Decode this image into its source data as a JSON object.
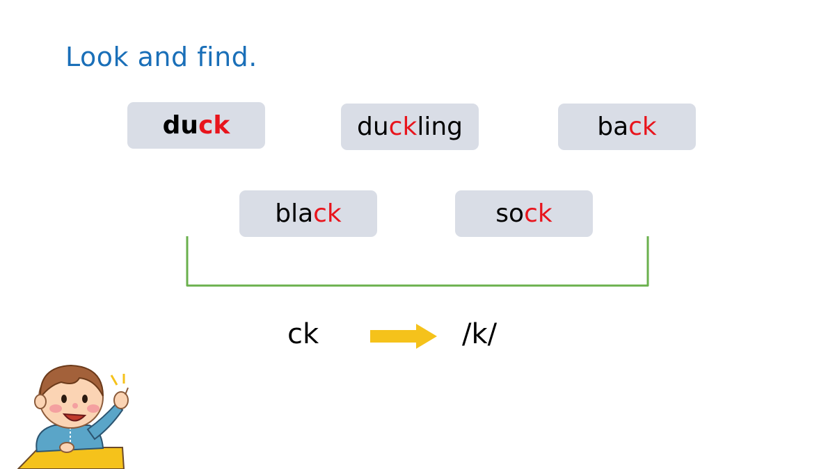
{
  "slide": {
    "title": "Look and find."
  },
  "words": [
    {
      "parts": [
        {
          "text": "du",
          "highlight": false
        },
        {
          "text": "ck",
          "highlight": true
        }
      ],
      "bold": true
    },
    {
      "parts": [
        {
          "text": "du",
          "highlight": false
        },
        {
          "text": "ck",
          "highlight": true
        },
        {
          "text": "ling",
          "highlight": false
        }
      ],
      "bold": false
    },
    {
      "parts": [
        {
          "text": "ba",
          "highlight": false
        },
        {
          "text": "ck",
          "highlight": true
        }
      ],
      "bold": false
    },
    {
      "parts": [
        {
          "text": "bla",
          "highlight": false
        },
        {
          "text": "ck",
          "highlight": true
        }
      ],
      "bold": false
    },
    {
      "parts": [
        {
          "text": "so",
          "highlight": false
        },
        {
          "text": "ck",
          "highlight": true
        }
      ],
      "bold": false
    }
  ],
  "rule": {
    "letters": "ck",
    "sound": "/k/"
  },
  "colors": {
    "title": "#1a6fb8",
    "highlight": "#e8141c",
    "card": "#d9dde6",
    "bracket": "#6ab04c",
    "arrow": "#f5c21b"
  },
  "illustration": {
    "icon": "boy-raising-hand-icon"
  }
}
